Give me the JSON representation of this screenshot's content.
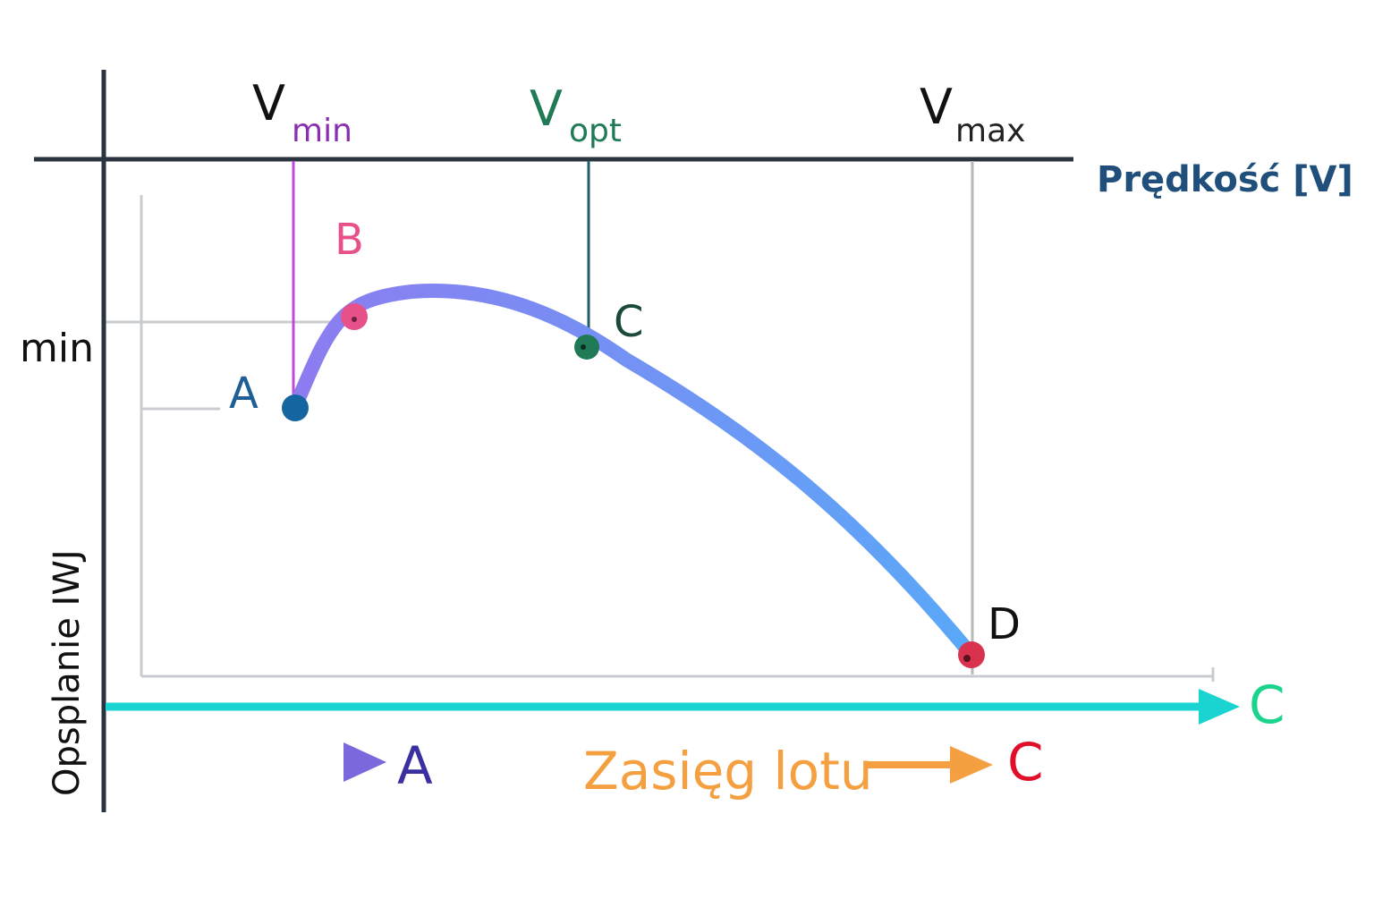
{
  "axes": {
    "x_title": "Prędkość [V]",
    "y_title": "Opsplanie IWJ",
    "y_tick": "min"
  },
  "speeds": {
    "vmin": {
      "main": "V",
      "sub": "min"
    },
    "vopt": {
      "main": "V",
      "sub": "opt"
    },
    "vmax": {
      "main": "V",
      "sub": "max"
    }
  },
  "points": {
    "A": "A",
    "B": "B",
    "C": "C",
    "D": "D"
  },
  "bottom": {
    "arrow_a_label": "A",
    "range_text": "Zasięg lotu",
    "range_end_label": "C",
    "cyan_arrow_label": "C"
  },
  "colors": {
    "axis": "#2a3340",
    "curve_start": "#8a7cf0",
    "curve_end": "#5aa8f8",
    "vmin_line": "#c04ad8",
    "vopt_line": "#1f5f6a",
    "vmax_line": "#b8b8b8",
    "point_a": "#1565a0",
    "point_b": "#e8508a",
    "point_c": "#1f7a55",
    "point_d": "#d8324e",
    "cyan": "#19d4d0",
    "purple_arrow": "#5a3fc0",
    "orange": "#f4a040",
    "red": "#e0102a"
  }
}
